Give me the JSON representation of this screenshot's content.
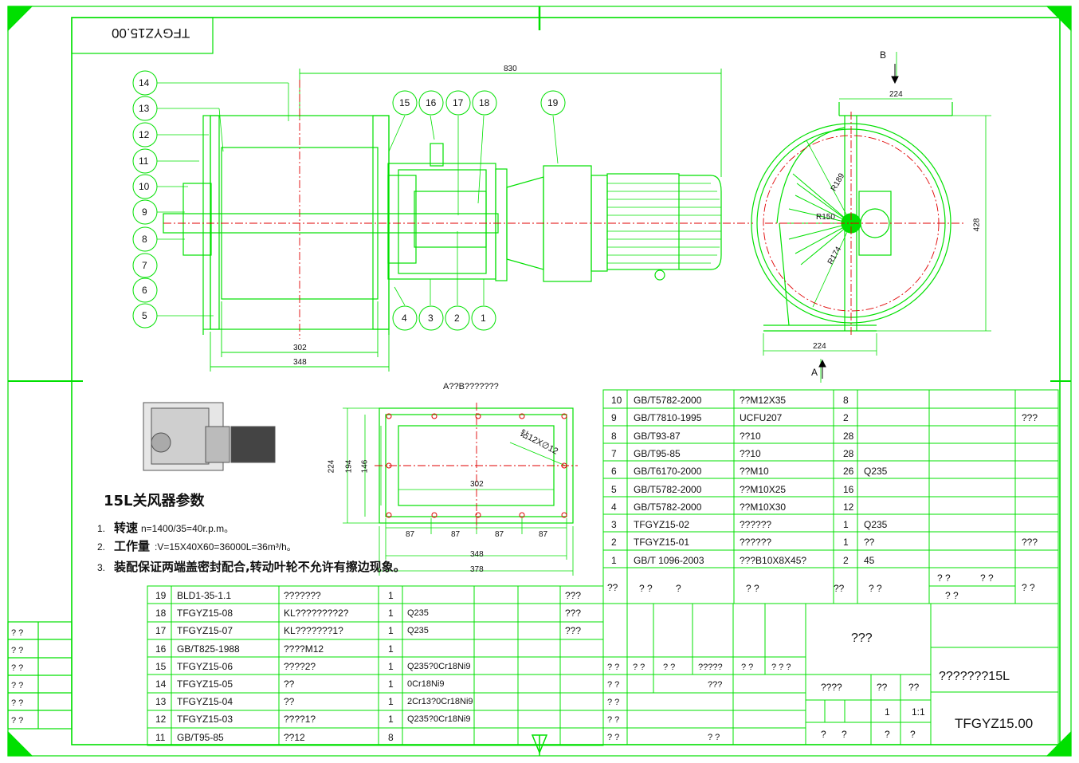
{
  "sheet": {
    "code_rotated": "TFGYZ15.00",
    "title_code": "TFGYZ15.00",
    "product_name": "???????15L",
    "company": "???",
    "scale": "1:1",
    "sheets": "1"
  },
  "dims": {
    "overall": "830",
    "shell_inner": "302",
    "shell_outer": "348",
    "top_width": "224",
    "bottom_width": "224",
    "height": "428",
    "r1": "R189",
    "r2": "R150",
    "r3": "R174",
    "view_b": "B",
    "view_a": "A",
    "flange_title": "A??B???????",
    "flange_h1": "224",
    "flange_h2": "194",
    "flange_h3": "146",
    "flange_w_inner": "302",
    "flange_w_mid": "348",
    "flange_w_outer": "378",
    "pitch": [
      "87",
      "87",
      "87",
      "87"
    ],
    "drill_note": "钻12X∅12"
  },
  "balloons": [
    "14",
    "13",
    "12",
    "11",
    "10",
    "9",
    "8",
    "7",
    "6",
    "5",
    "15",
    "16",
    "17",
    "18",
    "19",
    "4",
    "3",
    "2",
    "1"
  ],
  "params": {
    "heading": "15L关风器参数",
    "items": [
      {
        "num": "1.",
        "label": "转速",
        "text": "n=1400/35=40r.p.m。"
      },
      {
        "num": "2.",
        "label": "工作量",
        "text": ":V=15X40X60=36000L=36m³/h。"
      },
      {
        "num": "3.",
        "label": "",
        "text": "装配保证两端盖密封配合,转动叶轮不允许有擦边现象。"
      }
    ]
  },
  "bom_upper": [
    {
      "no": "10",
      "code": "GB/T5782-2000",
      "name": "??M12X35",
      "qty": "8",
      "mat": "",
      "note": ""
    },
    {
      "no": "9",
      "code": "GB/T7810-1995",
      "name": "UCFU207",
      "qty": "2",
      "mat": "",
      "note": "???"
    },
    {
      "no": "8",
      "code": "GB/T93-87",
      "name": "??10",
      "qty": "28",
      "mat": "",
      "note": ""
    },
    {
      "no": "7",
      "code": "GB/T95-85",
      "name": "??10",
      "qty": "28",
      "mat": "",
      "note": ""
    },
    {
      "no": "6",
      "code": "GB/T6170-2000",
      "name": "??M10",
      "qty": "26",
      "mat": "Q235",
      "note": ""
    },
    {
      "no": "5",
      "code": "GB/T5782-2000",
      "name": "??M10X25",
      "qty": "16",
      "mat": "",
      "note": ""
    },
    {
      "no": "4",
      "code": "GB/T5782-2000",
      "name": "??M10X30",
      "qty": "12",
      "mat": "",
      "note": ""
    },
    {
      "no": "3",
      "code": "TFGYZ15-02",
      "name": "??????",
      "qty": "1",
      "mat": "Q235",
      "note": ""
    },
    {
      "no": "2",
      "code": "TFGYZ15-01",
      "name": "??????",
      "qty": "1",
      "mat": "??",
      "note": "???"
    },
    {
      "no": "1",
      "code": "GB/T 1096-2003",
      "name": "???B10X8X45?",
      "qty": "2",
      "mat": "45",
      "note": ""
    }
  ],
  "bom_upper_header": {
    "a": "??",
    "b": "?   ?",
    "c": "?",
    "d": "?    ?",
    "e": "??",
    "f": "?   ?",
    "g": "? ?",
    "h": "?  ?",
    "i": "?  ?",
    "j": "?  ?",
    "k": "? ?"
  },
  "bom_lower": [
    {
      "no": "19",
      "code": "BLD1-35-1.1",
      "name": "???????",
      "qty": "1",
      "mat": "",
      "note": "???"
    },
    {
      "no": "18",
      "code": "TFGYZ15-08",
      "name": "KL????????2?",
      "qty": "1",
      "mat": "Q235",
      "note": "???"
    },
    {
      "no": "17",
      "code": "TFGYZ15-07",
      "name": "KL???????1?",
      "qty": "1",
      "mat": "Q235",
      "note": "???"
    },
    {
      "no": "16",
      "code": "GB/T825-1988",
      "name": "????M12",
      "qty": "1",
      "mat": "",
      "note": ""
    },
    {
      "no": "15",
      "code": "TFGYZ15-06",
      "name": "????2?",
      "qty": "1",
      "mat": "Q235?0Cr18Ni9",
      "note": ""
    },
    {
      "no": "14",
      "code": "TFGYZ15-05",
      "name": "??",
      "qty": "1",
      "mat": "0Cr18Ni9",
      "note": ""
    },
    {
      "no": "13",
      "code": "TFGYZ15-04",
      "name": "??",
      "qty": "1",
      "mat": "2Cr13?0Cr18Ni9",
      "note": ""
    },
    {
      "no": "12",
      "code": "TFGYZ15-03",
      "name": "????1?",
      "qty": "1",
      "mat": "Q235?0Cr18Ni9",
      "note": ""
    },
    {
      "no": "11",
      "code": "GB/T95-85",
      "name": "??12",
      "qty": "8",
      "mat": "",
      "note": ""
    }
  ],
  "title_block": {
    "sign_row": [
      "? ?",
      "? ?",
      "?  ?",
      "?????",
      "? ?",
      "? ? ?"
    ],
    "rows_left": [
      "? ?",
      "? ?",
      "? ?",
      "? ?"
    ],
    "designer_mark": "???",
    "approve_mark": "?  ?",
    "stage_label": "????",
    "weight_label": "??",
    "scale_label": "??",
    "footer_a": "?",
    "footer_b": "?",
    "footer_c": "?",
    "footer_d": "?"
  },
  "left_margin": [
    "? ?",
    "? ?",
    "? ?",
    "? ?",
    "? ?",
    "? ?"
  ]
}
